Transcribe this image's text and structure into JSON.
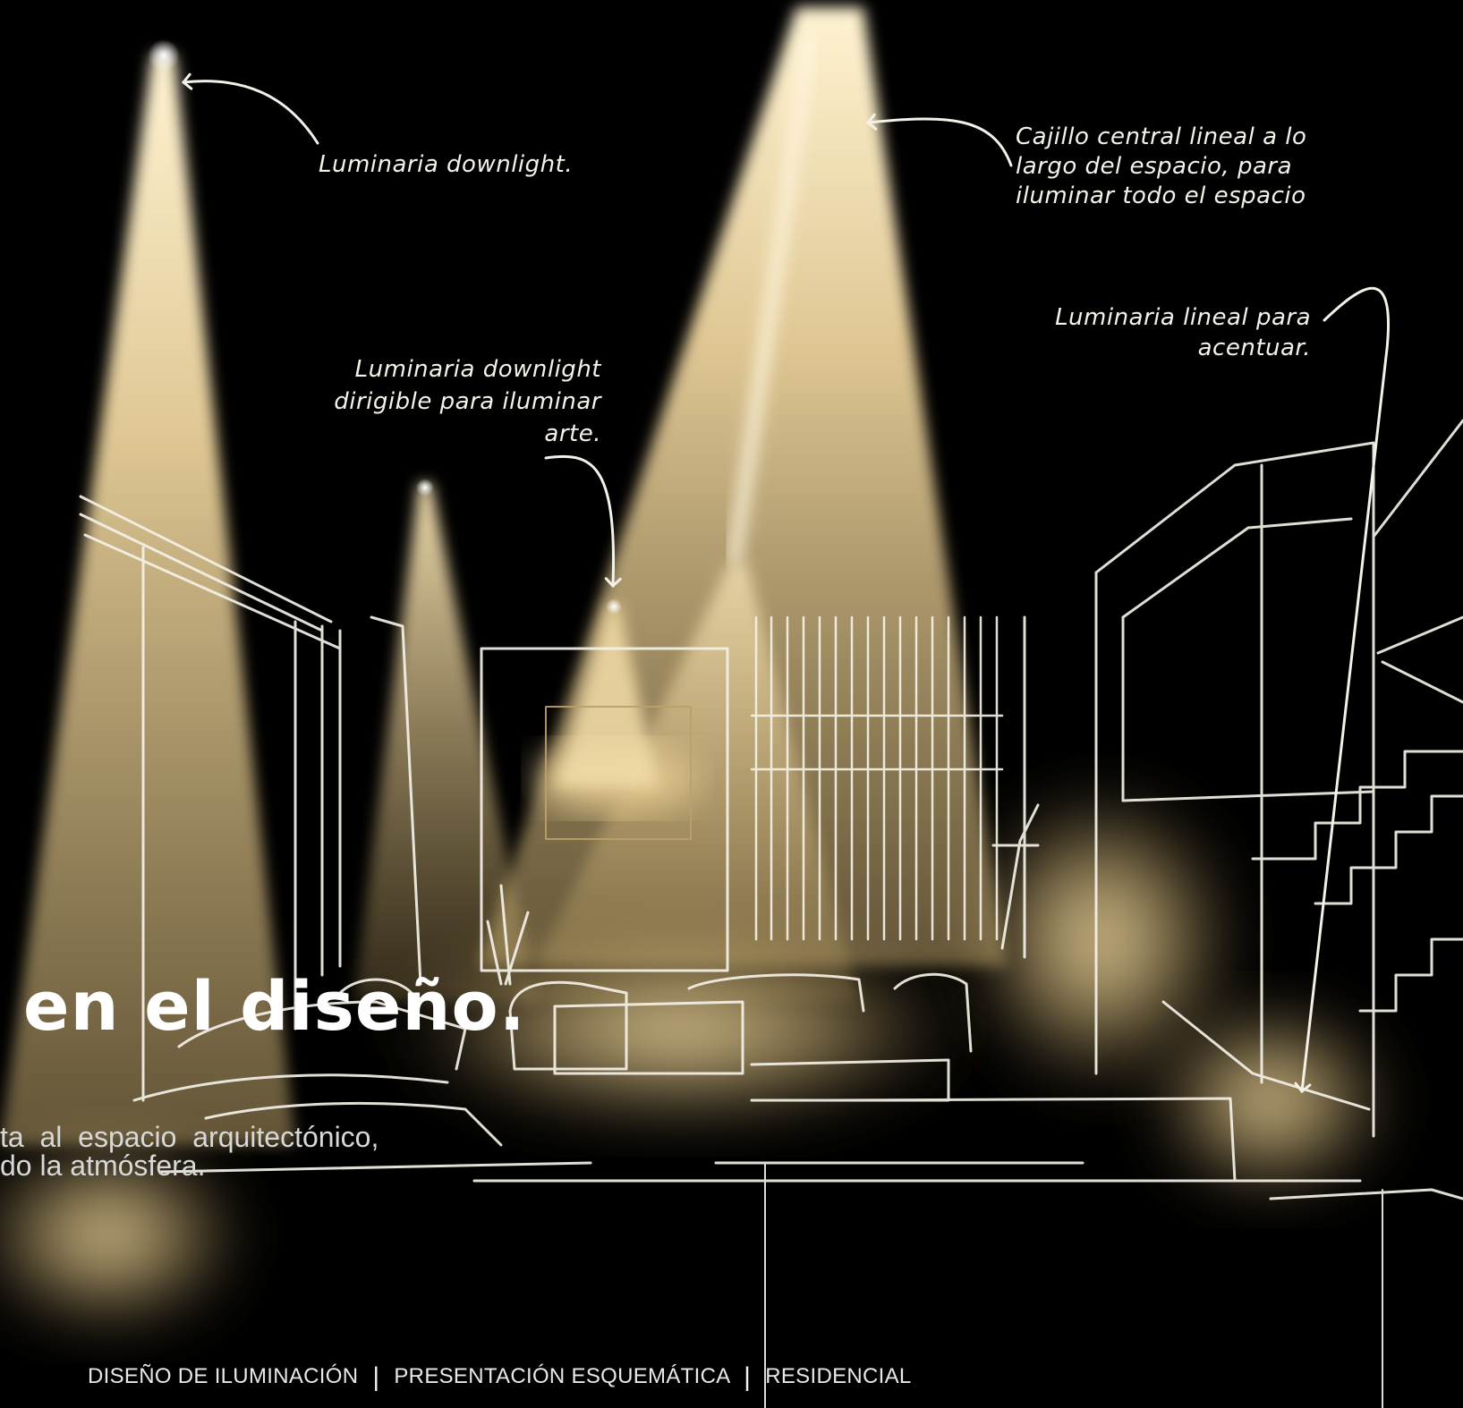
{
  "annotations": {
    "downlight": "Luminaria downlight.",
    "cajillo": "Cajillo central lineal a lo\nlargo del espacio, para\niluminar todo el espacio",
    "lineal": "Luminaria lineal para\nacentuar.",
    "dirigible": "Luminaria downlight\ndirigible para iluminar\narte."
  },
  "headline": "en el diseño.",
  "body_text": "ta  al  espacio  arquitectónico,\ndo la atmósfera.",
  "footer": {
    "segments": [
      "DISEÑO DE ILUMINACIÓN",
      "PRESENTACIÓN ESQUEMÁTICA",
      "RESIDENCIAL"
    ],
    "separator": "|"
  },
  "colors": {
    "background": "#000000",
    "light_beam": "#e8cf97",
    "sketch_line": "#f4f1e8",
    "text": "#ffffff"
  }
}
